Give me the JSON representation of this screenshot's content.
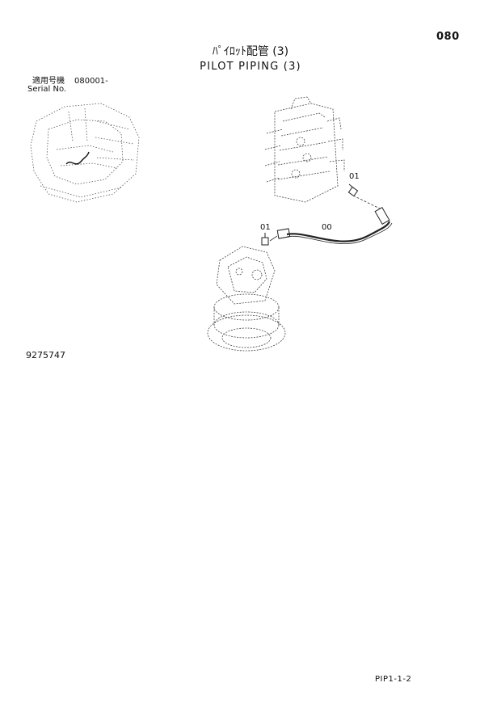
{
  "page": {
    "page_number": "080",
    "title_jp": "ﾊﾟｲﾛｯﾄ配管 (3)",
    "title_en": "PILOT PIPING (3)",
    "serial_label_jp": "適用号機",
    "serial_value": "080001-",
    "serial_label_en": "Serial No.",
    "figure_number": "9275747",
    "page_ref": "PIP1-1-2"
  },
  "callouts": {
    "fitting_upper": "01",
    "fitting_lower": "01",
    "hose": "00"
  },
  "icons": [
    "machine-overview-illustration",
    "control-valve-illustration",
    "swing-motor-illustration",
    "pilot-hose-illustration"
  ]
}
